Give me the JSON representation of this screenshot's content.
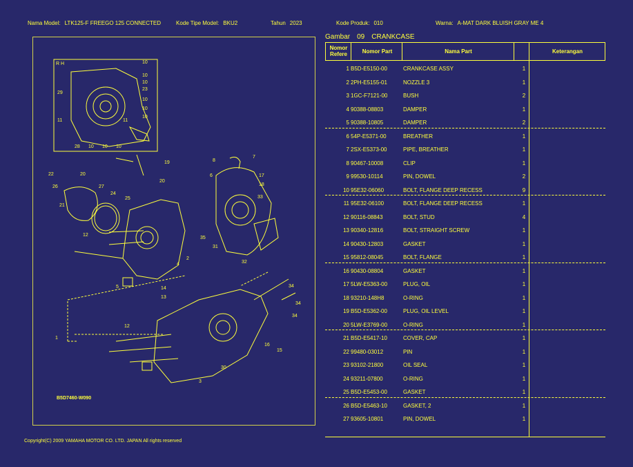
{
  "header": {
    "model_label": "Nama Model:",
    "model_value": "LTK125-F FREEGO 125 CONNECTED",
    "type_label": "Kode Tipe Model:",
    "type_value": "BKU2",
    "year_label": "Tahun",
    "year_value": "2023",
    "product_label": "Kode Produk:",
    "product_value": "010",
    "color_label": "Warna:",
    "color_value": "A-MAT DARK BLUISH GRAY ME 4"
  },
  "section": {
    "label": "Gambar",
    "number": "09",
    "title": "CRANKCASE"
  },
  "table": {
    "col_ref": "Nomor Refere",
    "col_part": "Nomor Part",
    "col_name": "Nama Part",
    "col_note": "Keterangan",
    "rows": [
      {
        "no": "1",
        "part": "B5D-E5150-00",
        "name": "CRANKCASE ASSY",
        "qty": "1"
      },
      {
        "no": "2",
        "part": "2PH-E5155-01",
        "name": "NOZZLE 3",
        "qty": "1"
      },
      {
        "no": "3",
        "part": "1GC-F7121-00",
        "name": "BUSH",
        "qty": "2"
      },
      {
        "no": "4",
        "part": "90388-08803",
        "name": "DAMPER",
        "qty": "1"
      },
      {
        "no": "5",
        "part": "90388-10805",
        "name": "DAMPER",
        "qty": "2"
      },
      {
        "no": "6",
        "part": "54P-E5371-00",
        "name": "BREATHER",
        "qty": "1"
      },
      {
        "no": "7",
        "part": "2SX-E5373-00",
        "name": "PIPE, BREATHER",
        "qty": "1"
      },
      {
        "no": "8",
        "part": "90467-10008",
        "name": "CLIP",
        "qty": "1"
      },
      {
        "no": "9",
        "part": "99530-10114",
        "name": "PIN, DOWEL",
        "qty": "2"
      },
      {
        "no": "10",
        "part": "95E32-06060",
        "name": "BOLT, FLANGE DEEP RECESS",
        "qty": "9"
      },
      {
        "no": "11",
        "part": "95E32-06100",
        "name": "BOLT, FLANGE DEEP RECESS",
        "qty": "1"
      },
      {
        "no": "12",
        "part": "90116-08843",
        "name": "BOLT, STUD",
        "qty": "4"
      },
      {
        "no": "13",
        "part": "90340-12816",
        "name": "BOLT, STRAIGHT SCREW",
        "qty": "1"
      },
      {
        "no": "14",
        "part": "90430-12803",
        "name": "GASKET",
        "qty": "1"
      },
      {
        "no": "15",
        "part": "95812-08045",
        "name": "BOLT, FLANGE",
        "qty": "1"
      },
      {
        "no": "16",
        "part": "90430-08804",
        "name": "GASKET",
        "qty": "1"
      },
      {
        "no": "17",
        "part": "5LW-E5363-00",
        "name": "PLUG, OIL",
        "qty": "1"
      },
      {
        "no": "18",
        "part": "93210-148H8",
        "name": "O-RING",
        "qty": "1"
      },
      {
        "no": "19",
        "part": "B5D-E5362-00",
        "name": "PLUG, OIL LEVEL",
        "qty": "1"
      },
      {
        "no": "20",
        "part": "5LW-E3769-00",
        "name": "O-RING",
        "qty": "1"
      },
      {
        "no": "21",
        "part": "B5D-E5417-10",
        "name": "COVER, CAP",
        "qty": "1"
      },
      {
        "no": "22",
        "part": "99480-03012",
        "name": "PIN",
        "qty": "1"
      },
      {
        "no": "23",
        "part": "93102-21800",
        "name": "OIL SEAL",
        "qty": "1"
      },
      {
        "no": "24",
        "part": "93211-07800",
        "name": "O-RING",
        "qty": "1"
      },
      {
        "no": "25",
        "part": "B5D-E5453-00",
        "name": "GASKET",
        "qty": "1"
      },
      {
        "no": "26",
        "part": "B5D-E5463-10",
        "name": "GASKET, 2",
        "qty": "1"
      },
      {
        "no": "27",
        "part": "93605-10801",
        "name": "PIN, DOWEL",
        "qty": "1"
      }
    ]
  },
  "diagram": {
    "code": "B5D7460-W090",
    "inset_label": "R H",
    "callouts": [
      "10",
      "10",
      "10",
      "23",
      "10",
      "10",
      "10",
      "29",
      "11",
      "28",
      "10",
      "10",
      "10",
      "11",
      "19",
      "20",
      "22",
      "26",
      "27",
      "24",
      "25",
      "21",
      "12",
      "12",
      "20",
      "2",
      "4",
      "13",
      "14",
      "5",
      "8",
      "7",
      "6",
      "17",
      "18",
      "33",
      "35",
      "31",
      "32",
      "34",
      "34",
      "34",
      "16",
      "15",
      "30",
      "3",
      "1"
    ]
  },
  "copyright": "Copyright(C) 2009 YAMAHA MOTOR CO. LTD. JAPAN All rights reserved"
}
